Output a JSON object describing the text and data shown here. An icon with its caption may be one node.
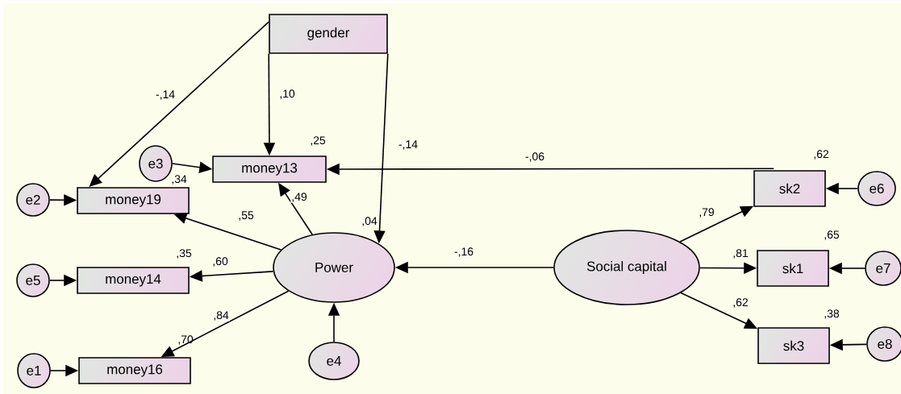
{
  "diagram": {
    "nodes": [
      {
        "text": [
          "gender"
        ]
      },
      {
        "text": [
          "e3"
        ]
      },
      {
        "text": [
          "money13"
        ],
        "beside": [
          ",25"
        ]
      },
      {
        "text": [
          "e2"
        ]
      },
      {
        "text": [
          "money19"
        ],
        "beside": [
          ",34"
        ]
      },
      {
        "text": [
          "e5"
        ]
      },
      {
        "text": [
          "money14"
        ],
        "beside": [
          ",35"
        ]
      },
      {
        "text": [
          "Power"
        ],
        "beside": [
          ",04"
        ]
      },
      {
        "text": [
          "Social capital"
        ]
      },
      {
        "text": [
          "sk2"
        ],
        "beside": [
          ",62"
        ]
      },
      {
        "text": [
          "e6"
        ]
      },
      {
        "text": [
          "sk1"
        ],
        "beside": [
          ",65"
        ]
      },
      {
        "text": [
          "e7"
        ]
      },
      {
        "text": [
          "sk3"
        ],
        "beside": [
          ",38"
        ]
      },
      {
        "text": [
          "e8"
        ]
      },
      {
        "text": [
          "e1"
        ]
      },
      {
        "text": [
          "money16"
        ],
        "beside": [
          ",70"
        ]
      },
      {
        "text": [
          "e4"
        ]
      }
    ],
    "edges": [
      {
        "from": 0,
        "to": 4,
        "arrow": "to",
        "label": "-,14"
      },
      {
        "from": 0,
        "to": 2,
        "arrow": "to",
        "label": ",10"
      },
      {
        "from": 0,
        "to": 7,
        "arrow": "to",
        "label": "-,14"
      },
      {
        "from": 1,
        "to": 2,
        "arrow": "to"
      },
      {
        "from": 9,
        "to": 2,
        "arrow": "to",
        "label": "-,06"
      },
      {
        "from": 3,
        "to": 4,
        "arrow": "to"
      },
      {
        "from": 7,
        "to": 4,
        "arrow": "to",
        "label": ",55"
      },
      {
        "from": 7,
        "to": 2,
        "arrow": "to",
        "label": ",49"
      },
      {
        "from": 7,
        "to": 6,
        "arrow": "to",
        "label": ",60"
      },
      {
        "from": 7,
        "to": 16,
        "arrow": "to",
        "label": ",84"
      },
      {
        "from": 5,
        "to": 6,
        "arrow": "to"
      },
      {
        "from": 15,
        "to": 16,
        "arrow": "to"
      },
      {
        "from": 17,
        "to": 7,
        "arrow": "to"
      },
      {
        "from": 8,
        "to": 7,
        "arrow": "to",
        "label": "-,16"
      },
      {
        "from": 8,
        "to": 9,
        "arrow": "to",
        "label": ",79"
      },
      {
        "from": 8,
        "to": 11,
        "arrow": "to",
        "label": ",81"
      },
      {
        "from": 8,
        "to": 13,
        "arrow": "to",
        "label": ",62"
      },
      {
        "from": 10,
        "to": 9,
        "arrow": "to"
      },
      {
        "from": 12,
        "to": 11,
        "arrow": "to"
      },
      {
        "from": 14,
        "to": 13,
        "arrow": "to"
      }
    ]
  }
}
